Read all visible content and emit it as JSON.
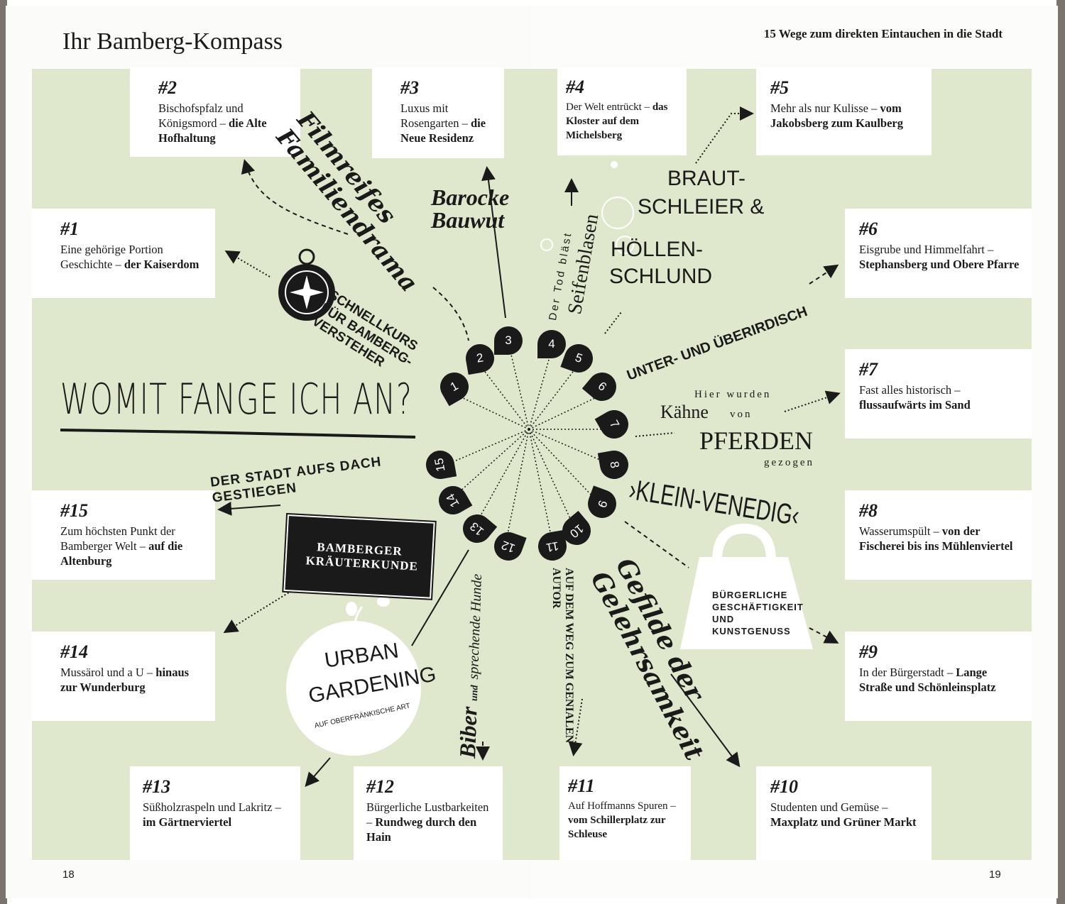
{
  "left_page": {
    "title": "Ihr Bamberg-Kompass",
    "page_number": "18"
  },
  "right_page": {
    "subtitle": "15 Wege zum direkten Eintauchen in die Stadt",
    "page_number": "19"
  },
  "headline": "WOMIT FANGE ICH AN?",
  "entries": [
    {
      "num": "#1",
      "text": "Eine gehörige Portion Geschichte –",
      "bold": "der Kaiserdom"
    },
    {
      "num": "#2",
      "text": "Bischofspfalz und Königsmord –",
      "bold": "die Alte Hofhaltung"
    },
    {
      "num": "#3",
      "text": "Luxus mit Rosengarten –",
      "bold": "die Neue Residenz"
    },
    {
      "num": "#4",
      "text": "Der Welt entrückt –",
      "bold": "das Kloster auf dem Michelsberg"
    },
    {
      "num": "#5",
      "text": "Mehr als nur Kulisse –",
      "bold": "vom Jakobsberg zum Kaulberg"
    },
    {
      "num": "#6",
      "text": "Eisgrube und Himmelfahrt –",
      "bold": "Stephansberg und Obere Pfarre"
    },
    {
      "num": "#7",
      "text": "Fast alles historisch –",
      "bold": "flussaufwärts im Sand"
    },
    {
      "num": "#8",
      "text": "Wasserumspült –",
      "bold": "von der Fischerei bis ins Mühlenviertel"
    },
    {
      "num": "#9",
      "text": "In der Bürgerstadt –",
      "bold": "Lange Straße und Schönleinsplatz"
    },
    {
      "num": "#10",
      "text": "Studenten und Gemüse –",
      "bold": "Maxplatz und Grüner Markt"
    },
    {
      "num": "#11",
      "text": "Auf Hoffmanns Spuren –",
      "bold": "vom Schillerplatz zur Schleuse"
    },
    {
      "num": "#12",
      "text": "Bürgerliche Lustbarkeiten –",
      "bold": "Rundweg durch den Hain"
    },
    {
      "num": "#13",
      "text": "Süßholzraspeln und Lakritz –",
      "bold": "im Gärtnerviertel"
    },
    {
      "num": "#14",
      "text": "Mussärol und a U –",
      "bold": "hinaus zur Wunderburg"
    },
    {
      "num": "#15",
      "text": "Zum höchsten Punkt der Bamberger Welt –",
      "bold": "auf die Altenburg"
    }
  ],
  "pins": [
    "1",
    "2",
    "3",
    "4",
    "5",
    "6",
    "7",
    "8",
    "9",
    "10",
    "11",
    "12",
    "13",
    "14",
    "15"
  ],
  "labels": {
    "filmreif": "Filmreifes Familiendrama",
    "schnellkurs": "SCHNELLKURS FÜR BAMBERG-VERSTEHER",
    "barock": "Barocke Bauwut",
    "tod": "Der Tod bläst",
    "seifen": "Seifenblasen",
    "braut1": "BRAUT-",
    "braut2": "SCHLEIER &",
    "hoellen1": "HÖLLEN-",
    "hoellen2": "SCHLUND",
    "unter": "UNTER- UND ÜBERIRDISCH",
    "kaehne1": "Hier wurden",
    "kaehne2": "Kähne",
    "kaehne3": "von",
    "kaehne4": "PFERDEN",
    "kaehne5": "gezogen",
    "venedig": "›KLEIN-VENEDIG‹",
    "buerger": "BÜRGERLICHE GESCHÄFTIGKEIT UND KUNSTGENUSS",
    "gefilde": "Gefilde der Gelehrsamkeit",
    "autor": "AUF DEM WEG ZUM GENIALEN AUTOR",
    "biber1": "Biber",
    "biber2": "und",
    "biber3": "sprechende Hunde",
    "urban1": "URBAN",
    "urban2": "GARDENING",
    "urban3": "AUF OBERFRÄNKISCHE ART",
    "kraeuter": "BAMBERGER KRÄUTERKUNDE",
    "dach": "DER STADT AUFS DACH GESTIEGEN"
  }
}
